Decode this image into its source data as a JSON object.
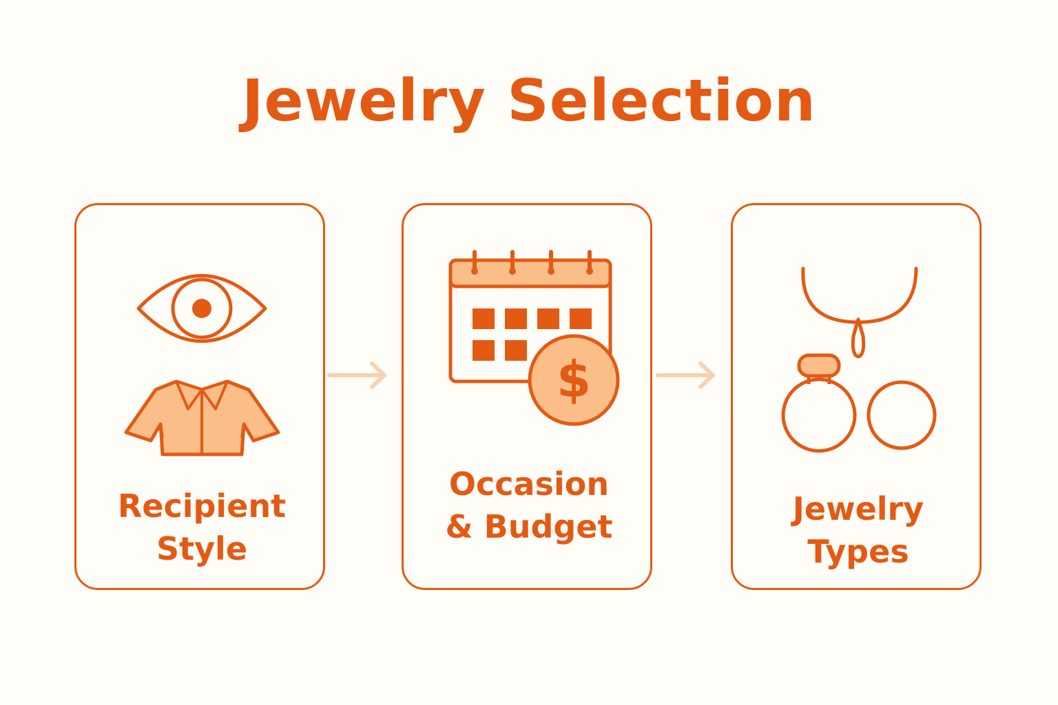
{
  "title": "Jewelry Selection",
  "colors": {
    "primary": "#e35a14",
    "fill_light": "#fbbe88",
    "arrow": "#f8d2ae",
    "background": "#fffdf8"
  },
  "steps": [
    {
      "label_lines": [
        "Recipient",
        "Style"
      ],
      "icons": [
        "eye-icon",
        "shirt-icon"
      ]
    },
    {
      "label_lines": [
        "Occasion",
        "& Budget"
      ],
      "icons": [
        "calendar-icon",
        "dollar-coin-icon"
      ]
    },
    {
      "label_lines": [
        "Jewelry",
        "Types"
      ],
      "icons": [
        "necklace-icon",
        "ring-icon",
        "bracelet-icon"
      ]
    }
  ],
  "connectors": [
    "arrow-right-icon",
    "arrow-right-icon"
  ]
}
